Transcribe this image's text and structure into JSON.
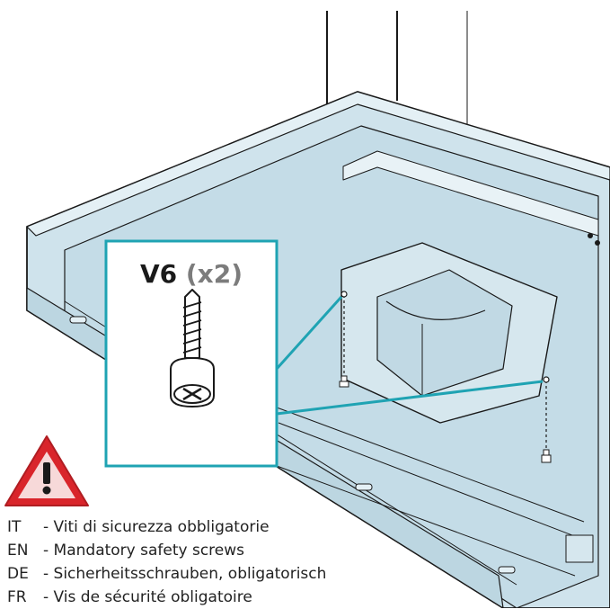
{
  "callout": {
    "screw_code": "V6",
    "quantity": "(x2)"
  },
  "warning": {
    "icon": "warning-triangle-icon",
    "icon_color": "#d9252b"
  },
  "legend": [
    {
      "code": "IT",
      "text": "- Viti di sicurezza obbligatorie"
    },
    {
      "code": "EN",
      "text": "- Mandatory safety screws"
    },
    {
      "code": "DE",
      "text": "- Sicherheitsschrauben, obligatorisch"
    },
    {
      "code": "FR",
      "text": "- Vis de sécurité obligatoire"
    }
  ],
  "colors": {
    "hood_fill": "#cfe3ec",
    "accent": "#1fa3b3",
    "outline": "#1a1a1a"
  }
}
